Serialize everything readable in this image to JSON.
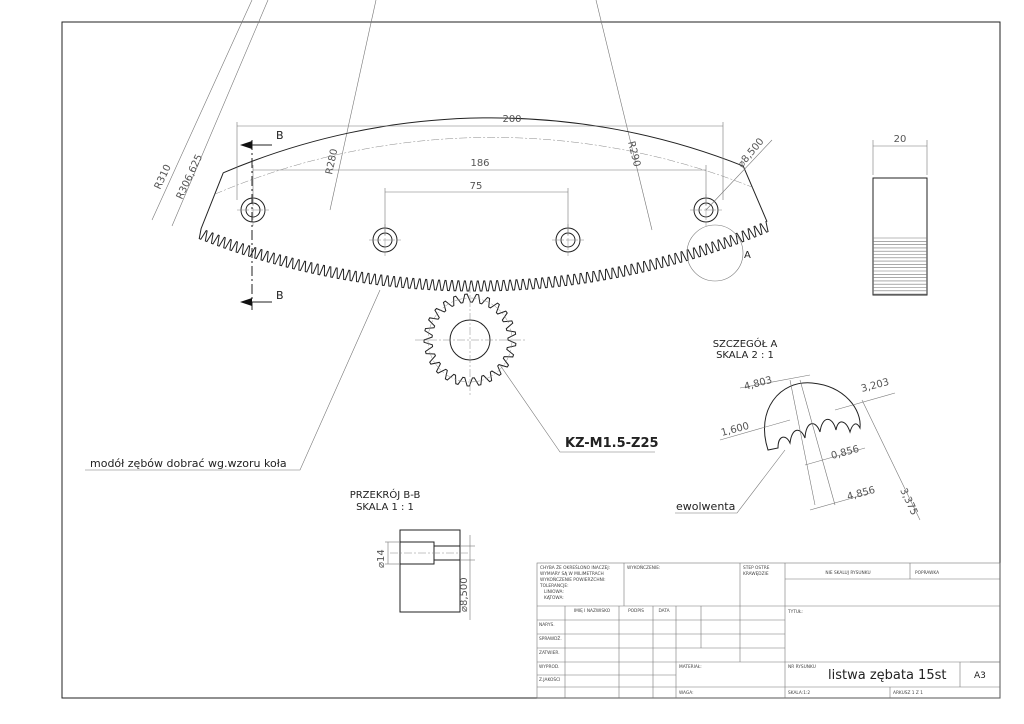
{
  "dimensions": {
    "d200": "200",
    "d186": "186",
    "d75": "75",
    "r280": "R280",
    "r290": "R290",
    "r310": "R310",
    "r306": "R306,625",
    "hole": "⌀8,500",
    "width20": "20",
    "section_d14": "⌀14",
    "section_d8": "⌀8,500"
  },
  "labels": {
    "section_mark": "B",
    "detail_mark": "A",
    "module_note": "modół zębów dobrać wg.wzoru koła",
    "gear_ref": "KZ-M1.5-Z25",
    "involute": "ewolwenta"
  },
  "detail": {
    "title": "SZCZEGÓŁ A",
    "scale": "SKALA 2 : 1",
    "d1": "4,803",
    "d2": "3,203",
    "d3": "1,600",
    "d4": "0,856",
    "d5": "4,856",
    "d6": "3,375"
  },
  "section": {
    "title": "PRZEKRÓJ B-B",
    "scale": "SKALA 1 : 1"
  },
  "title_block": {
    "notes": [
      "CHYBA ŻE OKREŚLONO INACZEJ:",
      "WYMIARY SĄ W MILIMETRACH",
      "WYKOŃCZENIE POWIERZCHNI:",
      "TOLERANCJE:",
      "LINIOWA:",
      "KĄTOWA:"
    ],
    "finish": "WYKOŃCZENIE:",
    "edges": [
      "STEP OSTRE",
      "KRAWĘDZIE"
    ],
    "no_scale": "NIE SKALUJ RYSUNKU",
    "revision": "POPRAWKA",
    "headers": [
      "IMIĘ I NAZWISKO",
      "PODPIS",
      "DATA"
    ],
    "rows": [
      "NARYS.",
      "SPRAWDŹ.",
      "ZATWIER.",
      "WYPROD.",
      "Z.JAKOŚCI"
    ],
    "title_label": "TYTUŁ:",
    "material": "MATERIAŁ:",
    "drawing_no_label": "NR RYSUNKU",
    "drawing_no": "listwa zębata 15st",
    "format": "A3",
    "weight": "WAGA:",
    "scale": "SKALA:1:2",
    "sheet": "ARKUSZ 1 Z 1"
  }
}
